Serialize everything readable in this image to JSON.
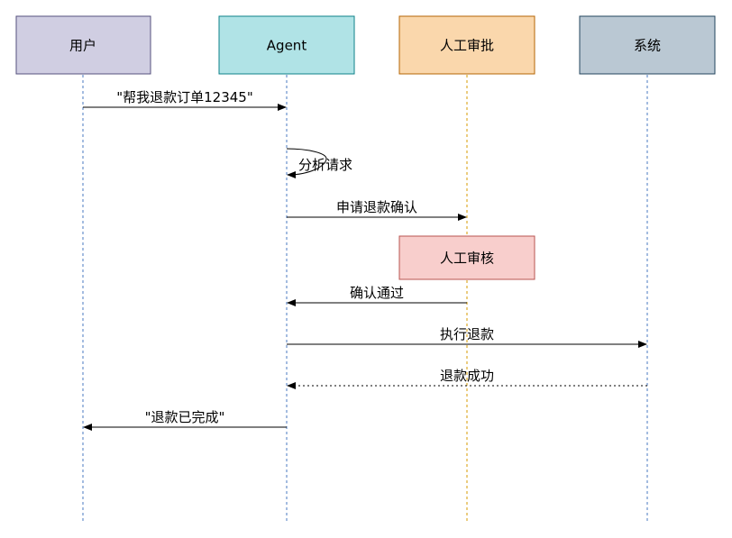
{
  "actors": [
    {
      "id": "user",
      "label": "用户",
      "fill": "#d0cee2",
      "stroke": "#56517e",
      "lifeline": "#4a78c0"
    },
    {
      "id": "agent",
      "label": "Agent",
      "fill": "#b0e3e6",
      "stroke": "#0e8088",
      "lifeline": "#4a78c0"
    },
    {
      "id": "review",
      "label": "人工审批",
      "fill": "#fad7ac",
      "stroke": "#b46504",
      "lifeline": "#d79b00"
    },
    {
      "id": "system",
      "label": "系统",
      "fill": "#bac8d3",
      "stroke": "#23445d",
      "lifeline": "#4a78c0"
    }
  ],
  "messages": [
    {
      "from": "user",
      "to": "agent",
      "label": "\"帮我退款订单12345\"",
      "style": "solid"
    },
    {
      "from": "agent",
      "to": "agent",
      "label": "分析请求",
      "style": "self"
    },
    {
      "from": "agent",
      "to": "review",
      "label": "申请退款确认",
      "style": "solid"
    },
    {
      "from": "review",
      "to": "agent",
      "label": "确认通过",
      "style": "solid"
    },
    {
      "from": "agent",
      "to": "system",
      "label": "执行退款",
      "style": "solid"
    },
    {
      "from": "system",
      "to": "agent",
      "label": "退款成功",
      "style": "dotted"
    },
    {
      "from": "agent",
      "to": "user",
      "label": "\"退款已完成\"",
      "style": "solid"
    }
  ],
  "note": {
    "over": "review",
    "label": "人工审核",
    "fill": "#f8cecc",
    "stroke": "#b85450"
  }
}
